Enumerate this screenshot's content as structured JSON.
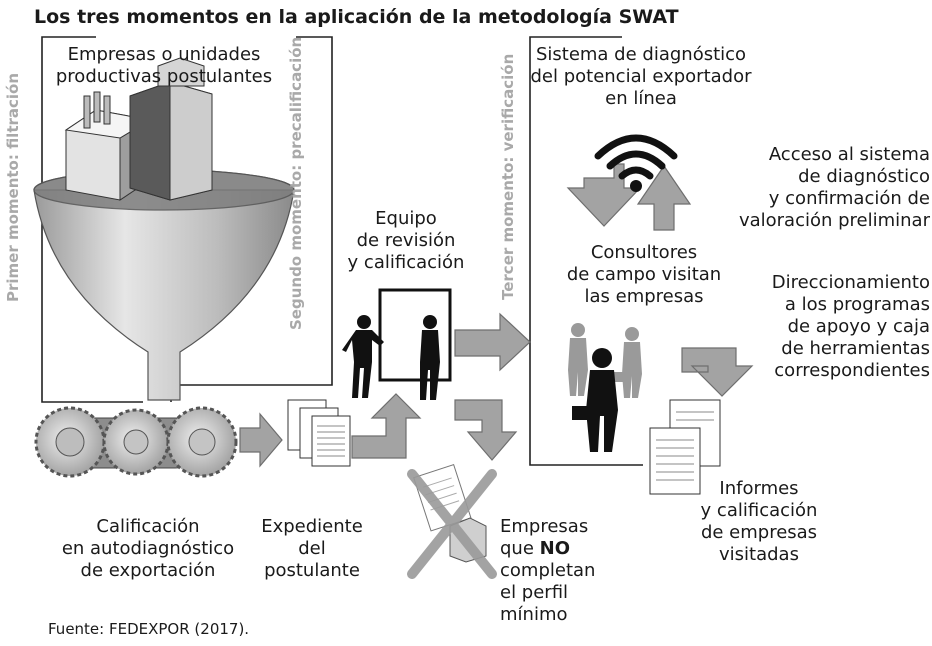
{
  "title": "Los tres momentos en la aplicación de la metodología SWAT",
  "phases": {
    "first": "Primer momento: filtración",
    "second": "Segundo momento: precalificación",
    "third": "Tercer momento: verificación"
  },
  "labels": {
    "companies_line1": "Empresas o unidades",
    "companies_line2": "productivas postulantes",
    "autodiag_line1": "Calificación",
    "autodiag_line2": "en autodiagnóstico",
    "autodiag_line3": "de exportación",
    "dossier_line1": "Expediente",
    "dossier_line2": "del postulante",
    "team_line1": "Equipo",
    "team_line2": "de revisión",
    "team_line3": "y calificación",
    "reject_line1": "Empresas",
    "reject_line2_prefix": "que ",
    "reject_line2_bold": "NO",
    "reject_line3": "completan",
    "reject_line4": "el perfil",
    "reject_line5": "mínimo",
    "system_line1": "Sistema de diagnóstico",
    "system_line2": "del potencial exportador",
    "system_line3": "en línea",
    "access_line1": "Acceso al sistema",
    "access_line2": "de diagnóstico",
    "access_line3": "y confirmación de",
    "access_line4": "valoración preliminar",
    "consult_line1": "Consultores",
    "consult_line2": "de campo visitan",
    "consult_line3": "las empresas",
    "direct_line1": "Direccionamiento",
    "direct_line2": "a los  programas",
    "direct_line3": "de apoyo y caja",
    "direct_line4": "de herramientas",
    "direct_line5": "correspondientes",
    "reports_line1": "Informes",
    "reports_line2": "y calificación",
    "reports_line3": "de empresas",
    "reports_line4": "visitadas"
  },
  "source": "Fuente: FEDEXPOR (2017).",
  "colors": {
    "arrow": "#a3a3a3",
    "arrow_stroke": "#6e6e6e",
    "phase_text": "#a9a9a9",
    "figure": "#111111",
    "cross": "#9a9a9a"
  },
  "icons": [
    "funnel-icon",
    "factory-icon",
    "gears-icon",
    "documents-icon",
    "presentation-icon",
    "wifi-icon",
    "people-icon",
    "reject-cross-icon",
    "reports-icon"
  ]
}
